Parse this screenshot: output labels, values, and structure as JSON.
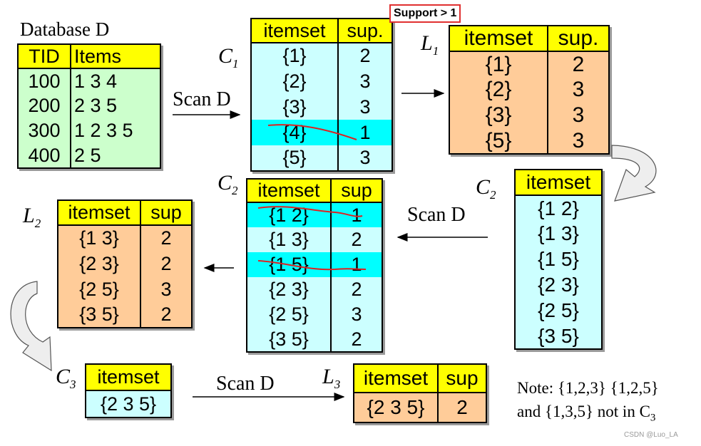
{
  "database": {
    "title": "Database D",
    "headers": [
      "TID",
      "Items"
    ],
    "rows": [
      [
        "100",
        "1 3 4"
      ],
      [
        "200",
        "2 3 5"
      ],
      [
        "300",
        "1 2 3 5"
      ],
      [
        "400",
        "2 5"
      ]
    ]
  },
  "c1": {
    "label": "C",
    "sub": "1",
    "headers": [
      "itemset",
      "sup."
    ],
    "rows": [
      [
        "{1}",
        "2"
      ],
      [
        "{2}",
        "3"
      ],
      [
        "{3}",
        "3"
      ],
      [
        "{4}",
        "1"
      ],
      [
        "{5}",
        "3"
      ]
    ]
  },
  "l1": {
    "label": "L",
    "sub": "1",
    "headers": [
      "itemset",
      "sup."
    ],
    "rows": [
      [
        "{1}",
        "2"
      ],
      [
        "{2}",
        "3"
      ],
      [
        "{3}",
        "3"
      ],
      [
        "{5}",
        "3"
      ]
    ]
  },
  "c2a": {
    "label": "C",
    "sub": "2",
    "headers": [
      "itemset"
    ],
    "rows": [
      "{1 2}",
      "{1 3}",
      "{1 5}",
      "{2 3}",
      "{2 5}",
      "{3 5}"
    ]
  },
  "c2b": {
    "label": "C",
    "sub": "2",
    "headers": [
      "itemset",
      "sup"
    ],
    "rows": [
      [
        "{1 2}",
        "1"
      ],
      [
        "{1 3}",
        "2"
      ],
      [
        "{1 5}",
        "1"
      ],
      [
        "{2 3}",
        "2"
      ],
      [
        "{2 5}",
        "3"
      ],
      [
        "{3 5}",
        "2"
      ]
    ]
  },
  "l2": {
    "label": "L",
    "sub": "2",
    "headers": [
      "itemset",
      "sup"
    ],
    "rows": [
      [
        "{1 3}",
        "2"
      ],
      [
        "{2 3}",
        "2"
      ],
      [
        "{2 5}",
        "3"
      ],
      [
        "{3 5}",
        "2"
      ]
    ]
  },
  "c3": {
    "label": "C",
    "sub": "3",
    "headers": [
      "itemset"
    ],
    "rows": [
      "{2 3 5}"
    ]
  },
  "l3": {
    "label": "L",
    "sub": "3",
    "headers": [
      "itemset",
      "sup"
    ],
    "rows": [
      [
        "{2 3 5}",
        "2"
      ]
    ]
  },
  "scan_label": "Scan D",
  "support_note": "Support > 1",
  "note": {
    "line1": "Note: {1,2,3} {1,2,5}",
    "line2": "and {1,3,5} not in C",
    "line2_sub": "3"
  },
  "credit": "CSDN @Luo_LA"
}
